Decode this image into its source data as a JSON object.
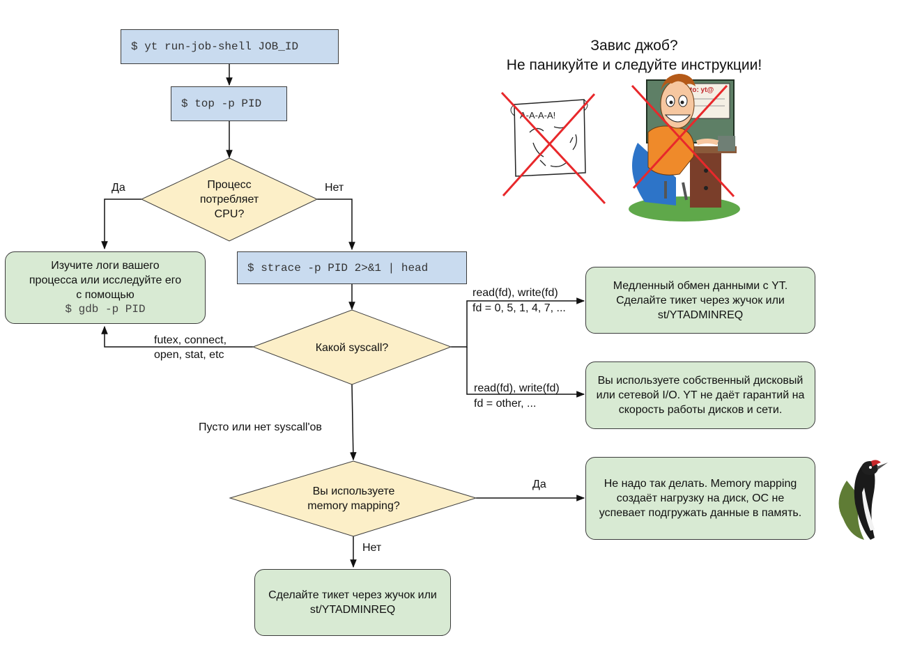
{
  "title": {
    "line1": "Завис джоб?",
    "line2": "Не паникуйте и следуйте инструкции!"
  },
  "nodes": {
    "run_shell": "$ yt run-job-shell JOB_ID",
    "top": "$ top -p PID",
    "cpu_question": "Процесс потребляет CPU?",
    "logs_note": {
      "line1": "Изучите логи вашего",
      "line2": "процесса или исследуйте его",
      "line3": "с помощью",
      "line4": "$ gdb -p PID"
    },
    "strace": "$ strace -p PID 2>&1 | head",
    "syscall_question": "Какой syscall?",
    "yt_slow": "Медленный обмен данными с YT. Сделайте тикет через жучок или st/YTADMINREQ",
    "own_io": "Вы используете собственный дисковый или сетевой I/O. YT не даёт гарантий на скорость работы дисков и сети.",
    "mmap_question": "Вы используете memory mapping?",
    "mmap_bad": "Не надо так делать. Memory mapping создаёт нагрузку на диск, ОС не успевает подгружать данные в память.",
    "ticket": "Сделайте тикет через жучок или st/YTADMINREQ"
  },
  "edges": {
    "yes_left": "Да",
    "no_right": "Нет",
    "futex_1": "futex, connect,",
    "futex_2": "open, stat, etc",
    "rw_yt_1": "read(fd), write(fd)",
    "rw_yt_2": "fd = 0, 5, 1, 4, 7, ...",
    "rw_other_1": "read(fd), write(fd)",
    "rw_other_2": "fd = other, ...",
    "empty": "Пусто или нет syscall'ов",
    "mmap_yes": "Да",
    "mmap_no": "Нет"
  },
  "pictures": {
    "scroll_text": "A-A-A-A!",
    "screen_text": "to: yt@"
  },
  "colors": {
    "command_fill": "#c9dbef",
    "decision_fill": "#fcefc8",
    "note_fill": "#d8ead3",
    "cross": "#e8282b"
  },
  "icons": [
    "panic-scroll-icon",
    "panicking-man-icon",
    "woodpecker-icon"
  ]
}
